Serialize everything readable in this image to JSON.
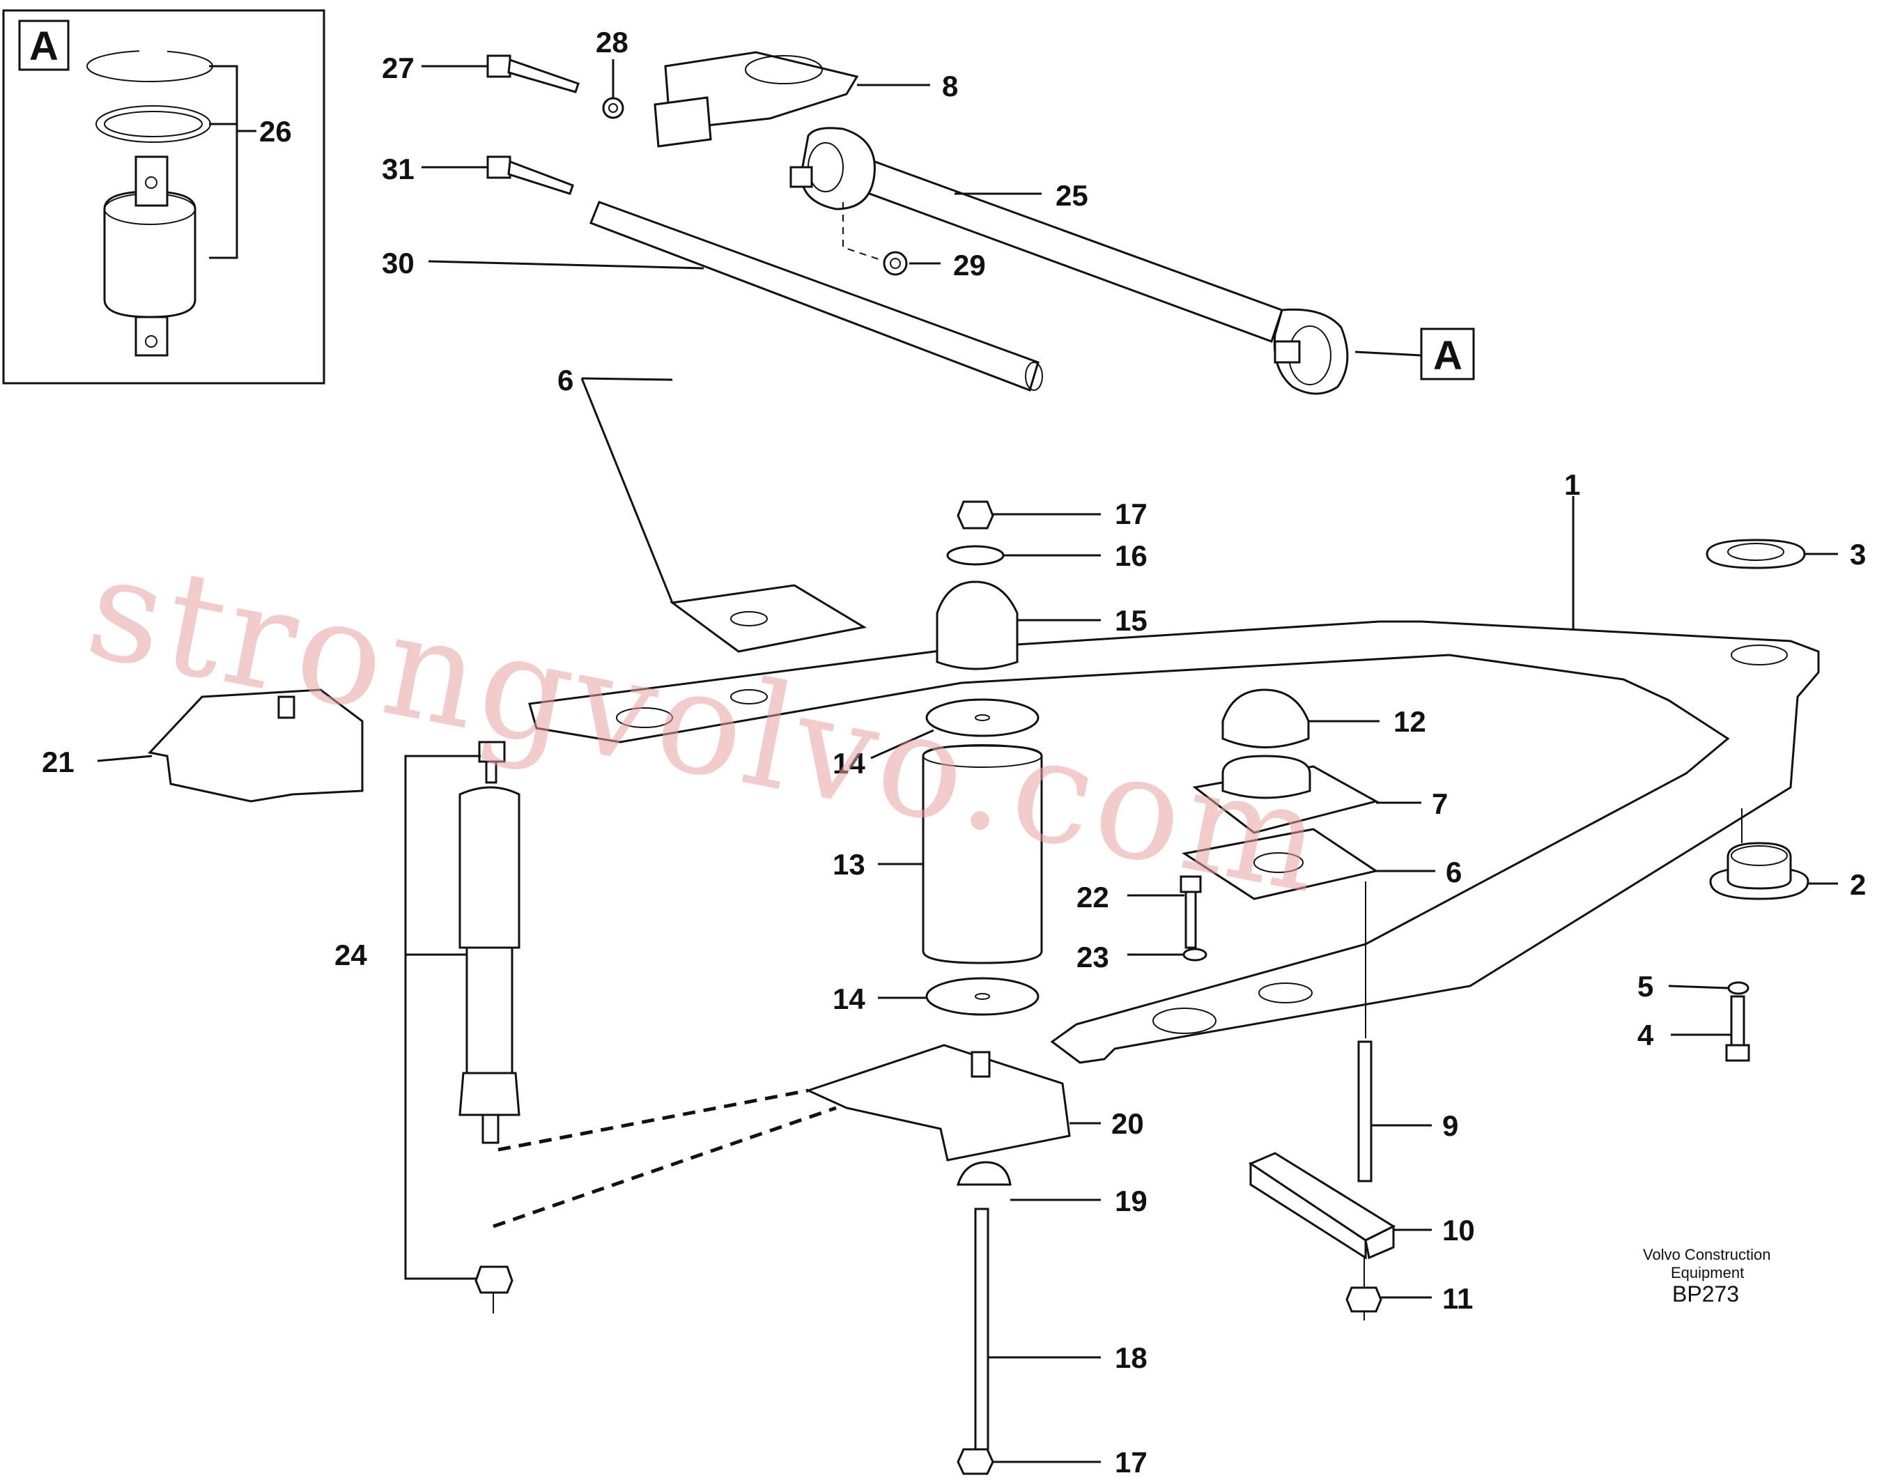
{
  "inset": {
    "label": "A"
  },
  "callout_ref": {
    "label": "A"
  },
  "parts": {
    "p1": "1",
    "p2": "2",
    "p3": "3",
    "p4": "4",
    "p5": "5",
    "p6a": "6",
    "p6b": "6",
    "p7": "7",
    "p8": "8",
    "p9": "9",
    "p10": "10",
    "p11": "11",
    "p12": "12",
    "p13": "13",
    "p14a": "14",
    "p14b": "14",
    "p15": "15",
    "p16": "16",
    "p17a": "17",
    "p17b": "17",
    "p18": "18",
    "p19": "19",
    "p20": "20",
    "p21": "21",
    "p22": "22",
    "p23": "23",
    "p24": "24",
    "p25": "25",
    "p26": "26",
    "p27": "27",
    "p28": "28",
    "p29": "29",
    "p30": "30",
    "p31": "31"
  },
  "credit": {
    "line1": "Volvo Construction",
    "line2": "Equipment",
    "code": "BP273"
  },
  "watermark": "strongvolvo.com"
}
